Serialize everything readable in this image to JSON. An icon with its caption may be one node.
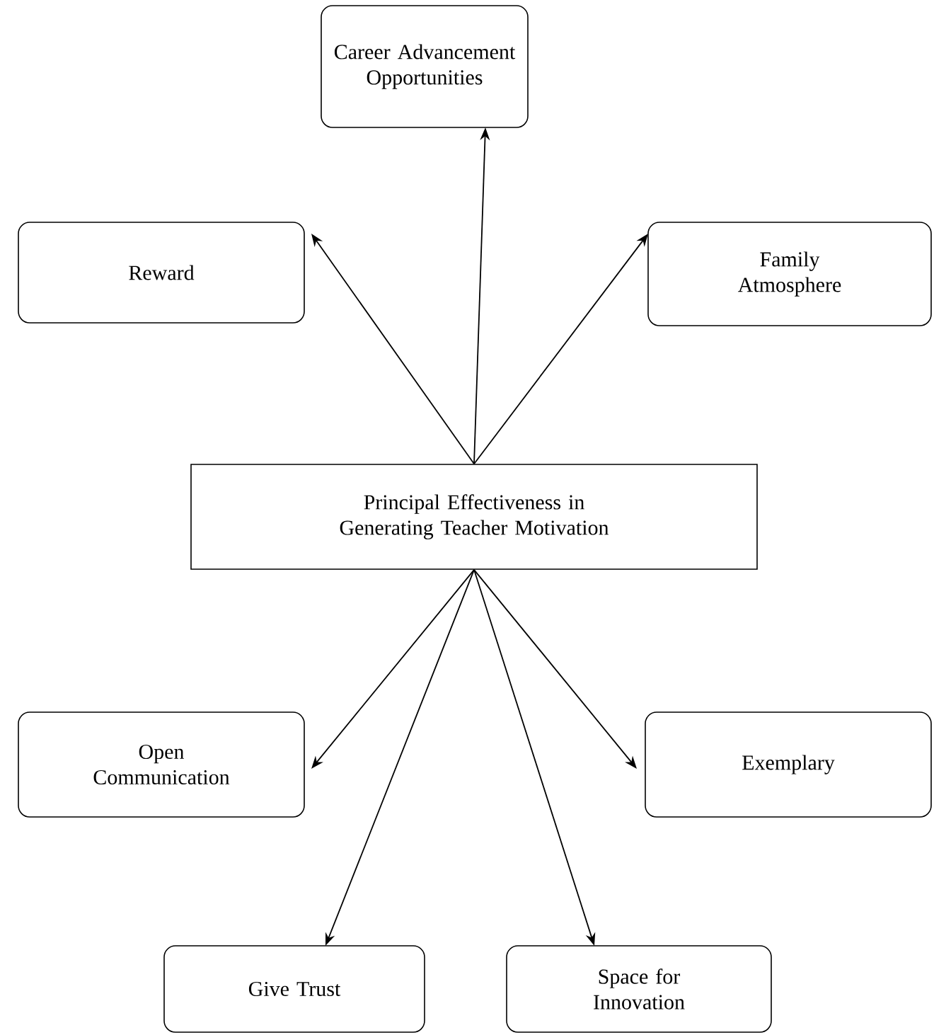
{
  "diagram": {
    "nodes": [
      {
        "text": [
          "Career Advancement Opportunities"
        ]
      },
      {
        "text": [
          "Reward"
        ]
      },
      {
        "text": [
          "Family Atmosphere"
        ]
      },
      {
        "text": [
          "Principal Effectiveness in Generating Teacher Motivation"
        ]
      },
      {
        "text": [
          "Open Communication"
        ]
      },
      {
        "text": [
          "Exemplary"
        ]
      },
      {
        "text": [
          "Give Trust"
        ]
      },
      {
        "text": [
          "Space for Innovation"
        ]
      }
    ],
    "edges": [
      {
        "from": 3,
        "to": 0,
        "arrow": "to"
      },
      {
        "from": 3,
        "to": 1,
        "arrow": "to"
      },
      {
        "from": 3,
        "to": 2,
        "arrow": "to"
      },
      {
        "from": 3,
        "to": 4,
        "arrow": "to"
      },
      {
        "from": 3,
        "to": 5,
        "arrow": "to"
      },
      {
        "from": 3,
        "to": 6,
        "arrow": "to"
      },
      {
        "from": 3,
        "to": 7,
        "arrow": "to"
      }
    ]
  }
}
